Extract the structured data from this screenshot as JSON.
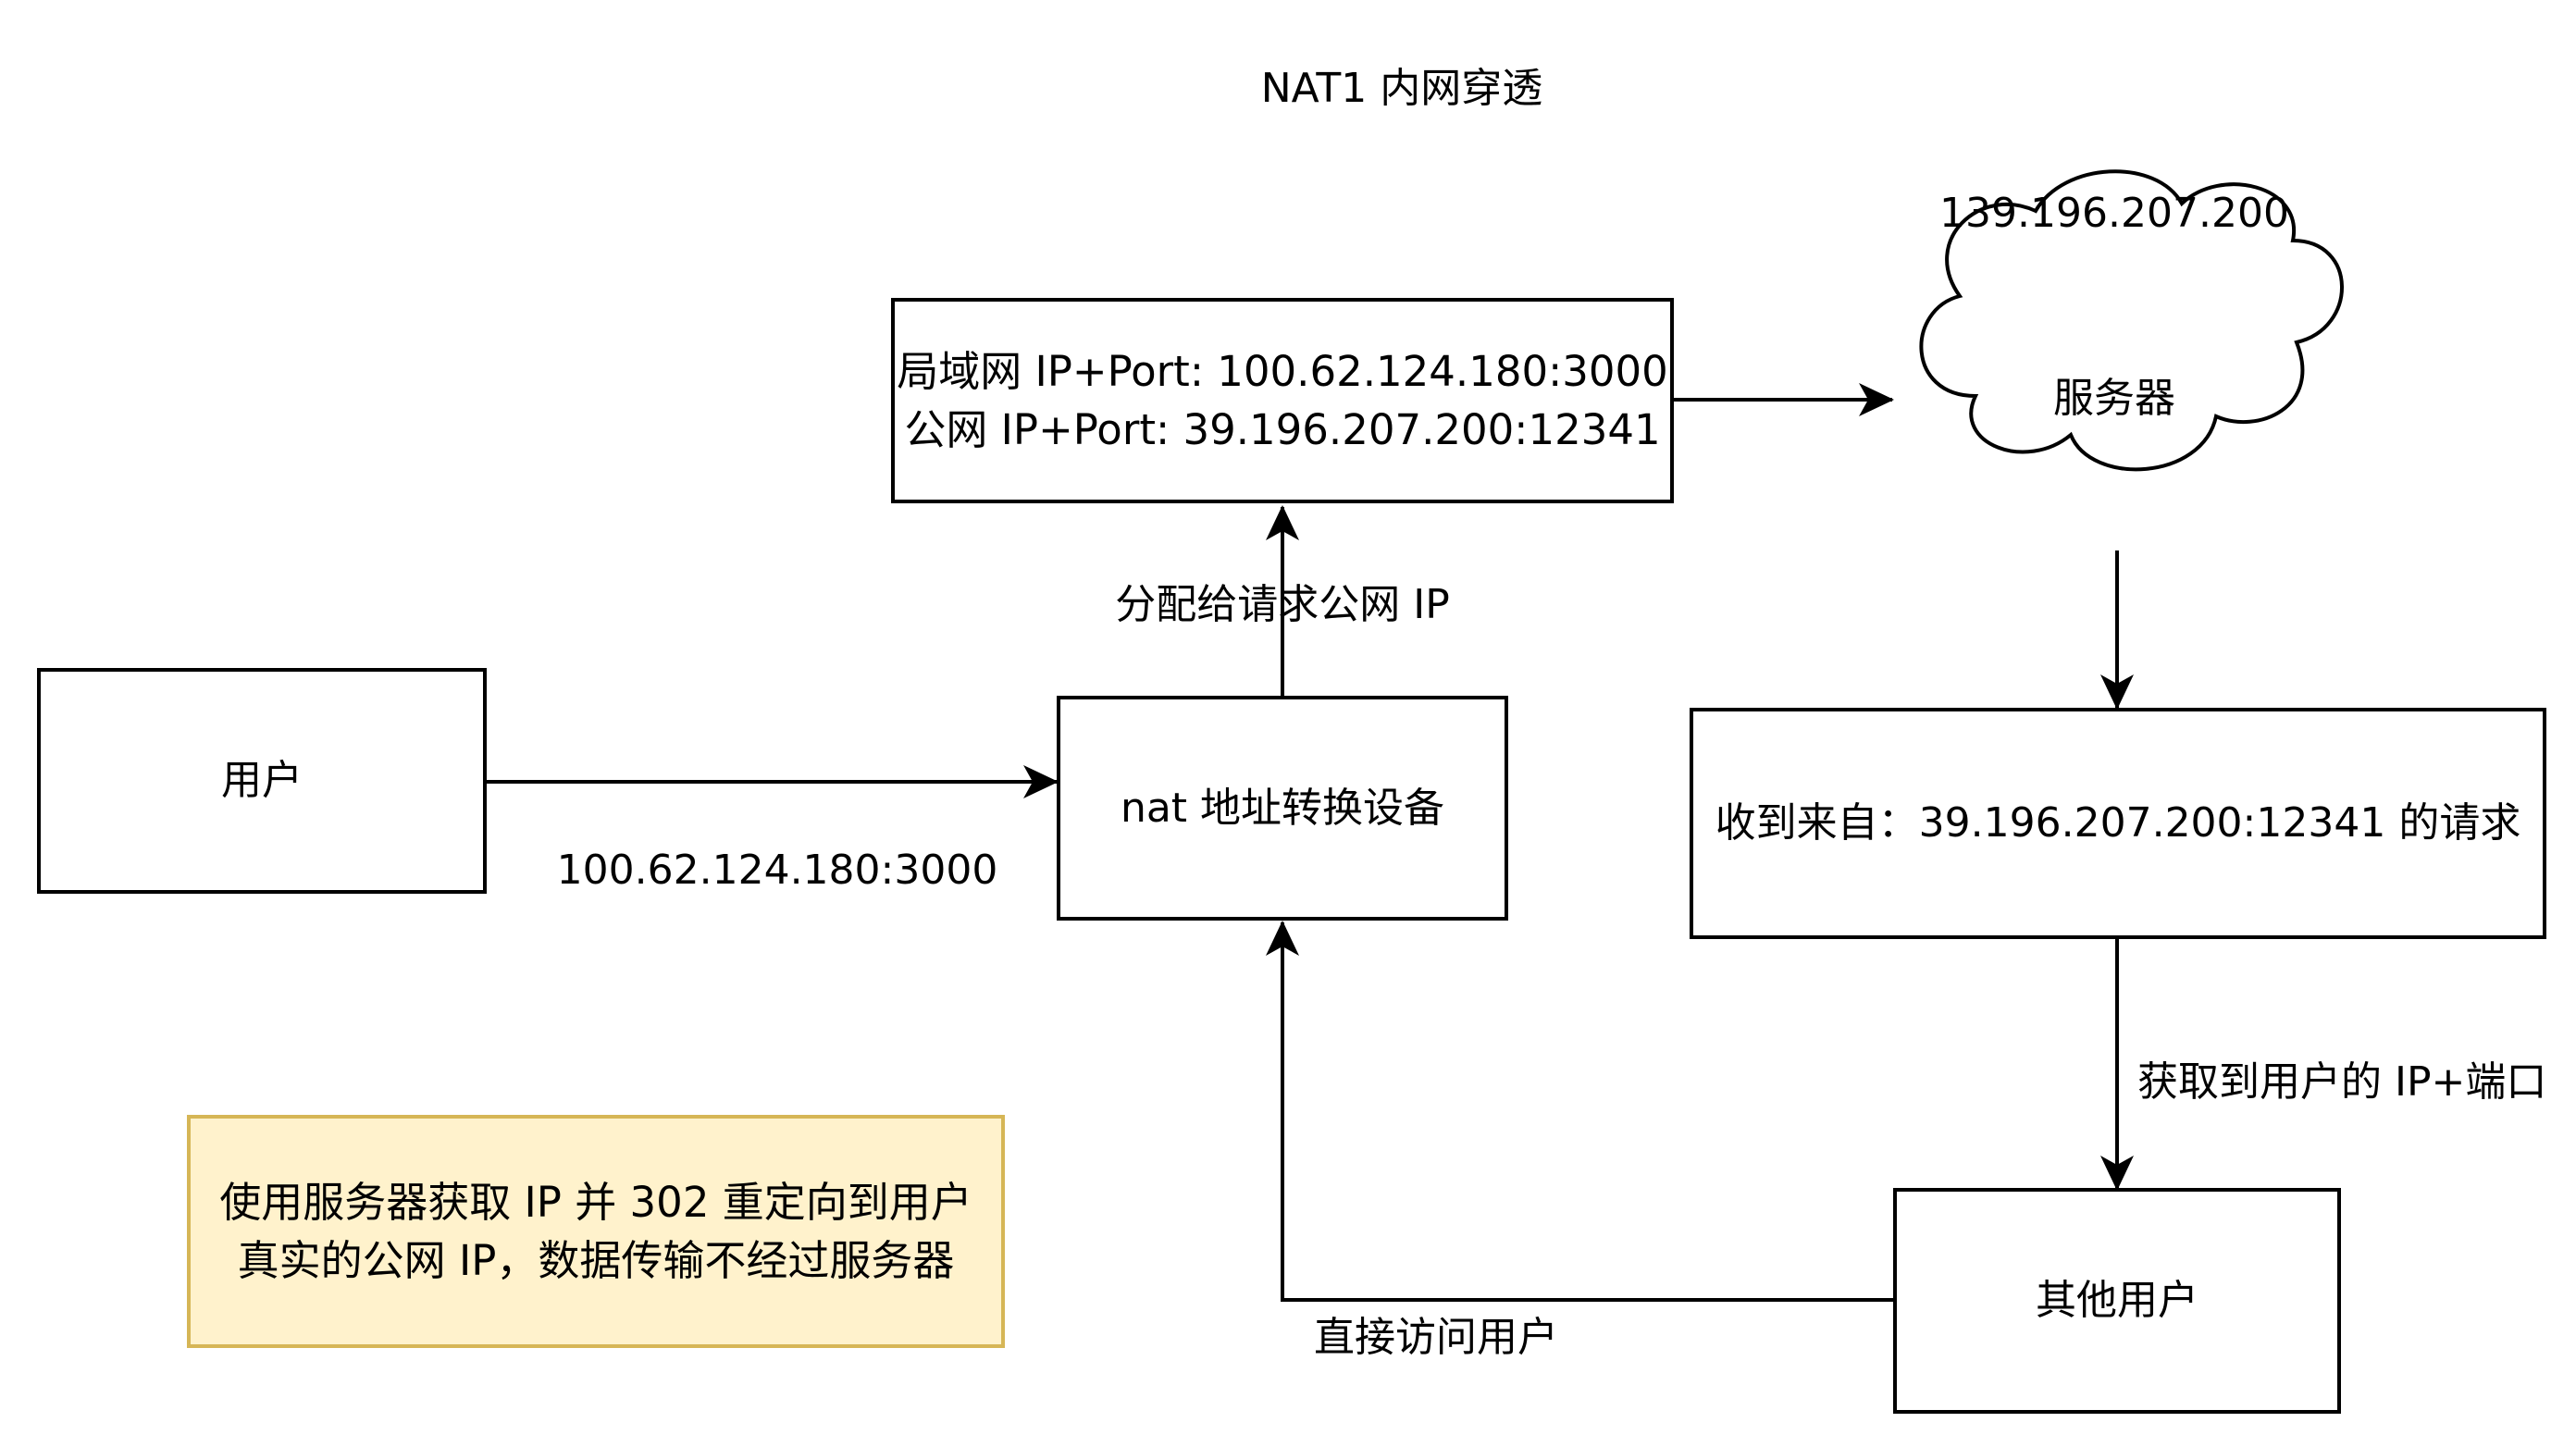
{
  "title": "NAT1 内网穿透",
  "server_ip": "139.196.207.200",
  "nodes": {
    "user": "用户",
    "nat": "nat 地址转换设备",
    "mapping": {
      "line1": "局域网 IP+Port: 100.62.124.180:3000",
      "line2": "公网 IP+Port: 39.196.207.200:12341"
    },
    "server": "服务器",
    "received": "收到来自：39.196.207.200:12341 的请求",
    "other_user": "其他用户"
  },
  "edges": {
    "user_to_nat": "100.62.124.180:3000",
    "nat_to_mapping": "分配给请求公网 IP",
    "received_to_other": "获取到用户的 IP+端口",
    "other_to_nat": "直接访问用户"
  },
  "note": {
    "line1": "使用服务器获取 IP 并 302 重定向到用户",
    "line2": "真实的公网 IP，数据传输不经过服务器"
  },
  "colors": {
    "note_fill": "#fff2cc",
    "note_border": "#d6b656",
    "stroke": "#000000"
  }
}
